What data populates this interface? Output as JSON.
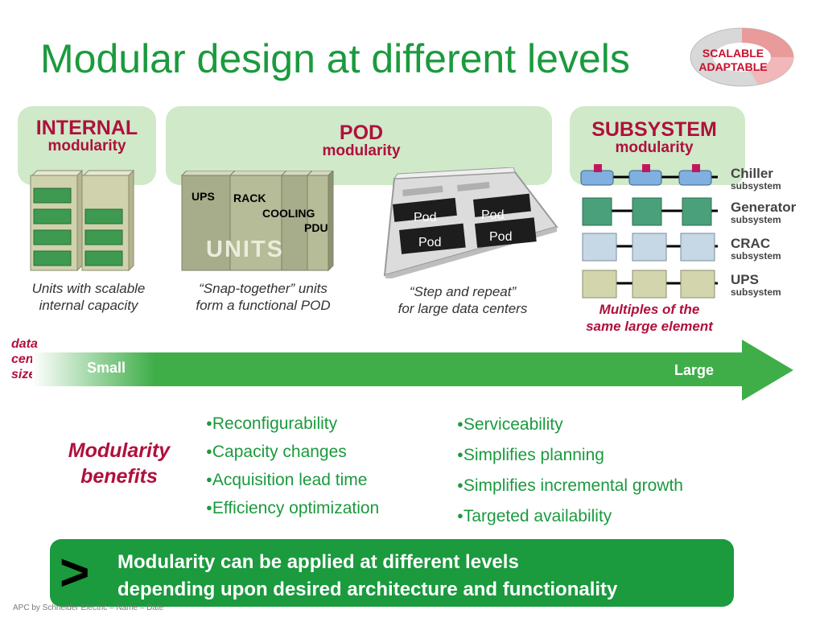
{
  "title": "Modular design at different levels",
  "badge": {
    "line1": "SCALABLE",
    "line2": "ADAPTABLE"
  },
  "internal": {
    "heading": "INTERNAL",
    "subheading": "modularity",
    "caption1": "Units with scalable",
    "caption2": "internal capacity"
  },
  "pod": {
    "heading": "POD",
    "subheading": "modularity",
    "units": {
      "ups": "UPS",
      "rack": "RACK",
      "cooling": "COOLING",
      "pdu": "PDU",
      "word": "UNITS"
    },
    "caption_left1": "“Snap-together” units",
    "caption_left2": "form a functional POD",
    "caption_right1": "“Step and repeat”",
    "caption_right2": "for large data centers",
    "pod_labels": [
      "Pod",
      "Pod",
      "Pod",
      "Pod"
    ]
  },
  "subsystem": {
    "heading": "SUBSYSTEM",
    "subheading": "modularity",
    "caption1": "Multiples of the",
    "caption2": "same large element",
    "rows": [
      {
        "name": "Chiller",
        "sub": "subsystem"
      },
      {
        "name": "Generator",
        "sub": "subsystem"
      },
      {
        "name": "CRAC",
        "sub": "subsystem"
      },
      {
        "name": "UPS",
        "sub": "subsystem"
      }
    ]
  },
  "axis": {
    "line1": "data",
    "line2": "center",
    "line3": "size",
    "small": "Small",
    "large": "Large"
  },
  "benefits": {
    "title1": "Modularity",
    "title2": "benefits",
    "left": [
      "Reconfigurability",
      "Capacity changes",
      "Acquisition lead time",
      "Efficiency optimization"
    ],
    "right": [
      "Serviceability",
      "Simplifies planning",
      "Simplifies incremental growth",
      "Targeted availability"
    ]
  },
  "banner": {
    "symbol": ">",
    "line1": "Modularity can be applied at different levels",
    "line2": "depending upon desired architecture and functionality"
  },
  "footer": "APC by Schneider Electric – Name – Date",
  "colors": {
    "green": "#1b9a3e",
    "maroon": "#b0103c",
    "panel": "#cfe9c9"
  }
}
